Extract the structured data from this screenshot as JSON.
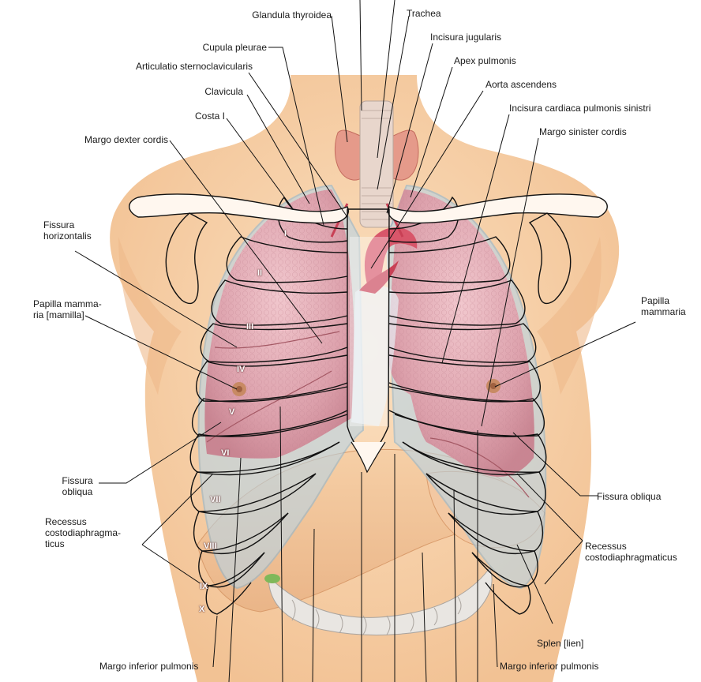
{
  "labels": {
    "glandula_thyroidea": "Glandula thyroidea",
    "trachea": "Trachea",
    "cupula_pleurae": "Cupula pleurae",
    "incisura_jugularis": "Incisura jugularis",
    "articulatio": "Articulatio sternoclavicularis",
    "apex_pulmonis": "Apex pulmonis",
    "aorta_ascendens": "Aorta ascendens",
    "clavicula": "Clavicula",
    "incisura_cardiaca": "Incisura cardiaca pulmonis sinistri",
    "costa_i": "Costa I",
    "margo_sinister_cordis": "Margo sinister cordis",
    "margo_dexter_cordis": "Margo dexter cordis",
    "fissura_horizontalis": "Fissura\nhorizontalis",
    "papilla_mammaria_left": "Papilla mamma-\nria [mamilla]",
    "papilla_mammaria_right": "Papilla\nmammaria",
    "fissura_obliqua_left": "Fissura\nobliqua",
    "fissura_obliqua_right": "Fissura obliqua",
    "recessus_left": "Recessus\ncostodiaphragma-\nticus",
    "recessus_right": "Recessus\ncostodiaphragmaticus",
    "splen": "Splen [lien]",
    "margo_inferior_left": "Margo inferior pulmonis",
    "margo_inferior_right": "Margo inferior pulmonis"
  },
  "rib_numerals": [
    "I",
    "II",
    "III",
    "IV",
    "V",
    "VI",
    "VII",
    "VIII",
    "IX",
    "X"
  ],
  "colors": {
    "skin": "#f7d2aa",
    "skin_shadow": "#efb98a",
    "lung": "#d99aa6",
    "lung_light": "#eab8c0",
    "pleura": "#b8d4e6",
    "heart": "#d8566a",
    "liver": "#f0c49a",
    "bone_outline": "#111111",
    "thyroid": "#e59a8a",
    "leader": "#111111"
  }
}
